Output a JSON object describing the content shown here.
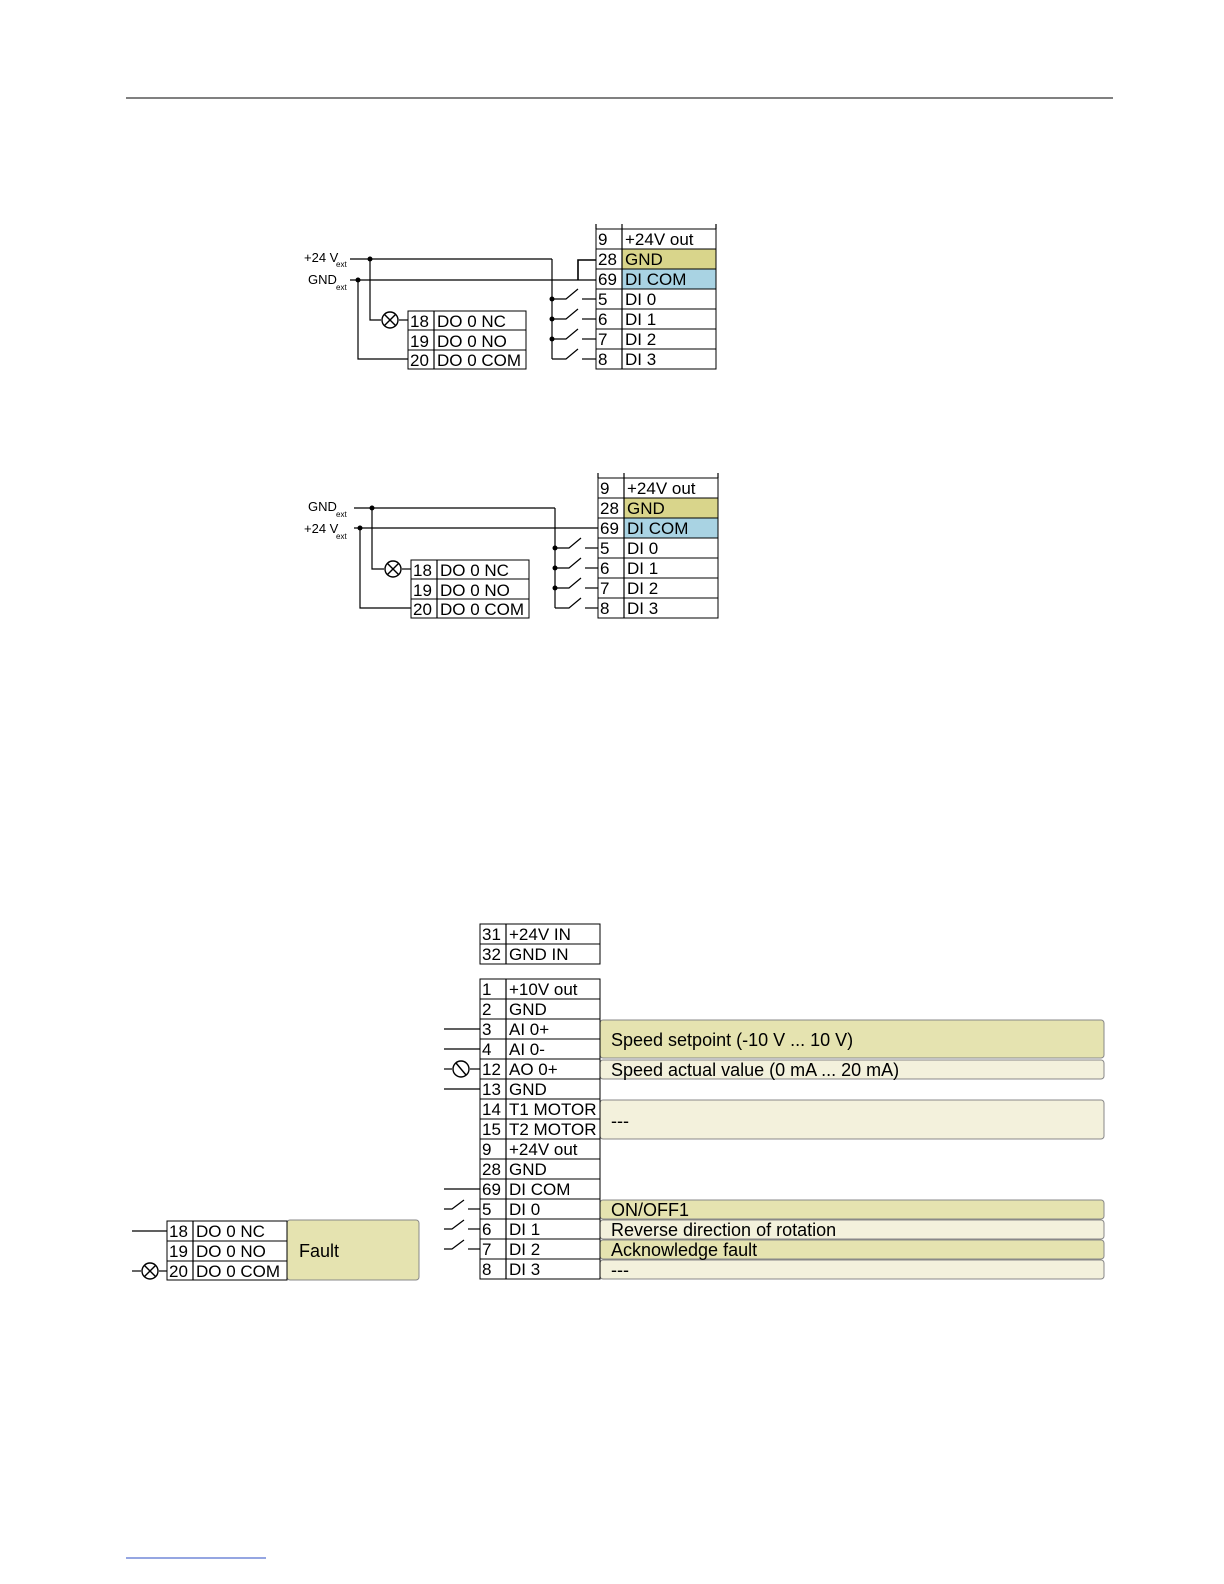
{
  "colors": {
    "gnd_highlight": "#d9d58b",
    "dicom_highlight": "#a9d3e3",
    "function_strong": "#e5e3b0",
    "function_light": "#f3f1dc",
    "footer_link": "#2b4cc4"
  },
  "diagram1": {
    "supply_top": "+24 V",
    "supply_top_sub": "ext",
    "supply_bottom": "GND",
    "supply_bottom_sub": "ext",
    "terminals": [
      {
        "num": "9",
        "label": "+24V out"
      },
      {
        "num": "28",
        "label": "GND"
      },
      {
        "num": "69",
        "label": "DI COM"
      },
      {
        "num": "5",
        "label": "DI 0"
      },
      {
        "num": "6",
        "label": "DI 1"
      },
      {
        "num": "7",
        "label": "DI 2"
      },
      {
        "num": "8",
        "label": "DI 3"
      }
    ],
    "relay": [
      {
        "num": "18",
        "label": "DO 0 NC"
      },
      {
        "num": "19",
        "label": "DO 0 NO"
      },
      {
        "num": "20",
        "label": "DO 0 COM"
      }
    ]
  },
  "diagram2": {
    "supply_top": "GND",
    "supply_top_sub": "ext",
    "supply_bottom": "+24 V",
    "supply_bottom_sub": "ext",
    "terminals": [
      {
        "num": "9",
        "label": "+24V out"
      },
      {
        "num": "28",
        "label": "GND"
      },
      {
        "num": "69",
        "label": "DI COM"
      },
      {
        "num": "5",
        "label": "DI 0"
      },
      {
        "num": "6",
        "label": "DI 1"
      },
      {
        "num": "7",
        "label": "DI 2"
      },
      {
        "num": "8",
        "label": "DI 3"
      }
    ],
    "relay": [
      {
        "num": "18",
        "label": "DO 0 NC"
      },
      {
        "num": "19",
        "label": "DO 0 NO"
      },
      {
        "num": "20",
        "label": "DO 0 COM"
      }
    ]
  },
  "diagram3": {
    "power_terminals": [
      {
        "num": "31",
        "label": "+24V IN"
      },
      {
        "num": "32",
        "label": "GND IN"
      }
    ],
    "terminals": [
      {
        "num": "1",
        "label": "+10V out"
      },
      {
        "num": "2",
        "label": "GND"
      },
      {
        "num": "3",
        "label": "AI 0+"
      },
      {
        "num": "4",
        "label": "AI 0-"
      },
      {
        "num": "12",
        "label": "AO 0+"
      },
      {
        "num": "13",
        "label": "GND"
      },
      {
        "num": "14",
        "label": "T1 MOTOR"
      },
      {
        "num": "15",
        "label": "T2 MOTOR"
      },
      {
        "num": "9",
        "label": "+24V out"
      },
      {
        "num": "28",
        "label": "GND"
      },
      {
        "num": "69",
        "label": "DI COM"
      },
      {
        "num": "5",
        "label": "DI 0"
      },
      {
        "num": "6",
        "label": "DI 1"
      },
      {
        "num": "7",
        "label": "DI 2"
      },
      {
        "num": "8",
        "label": "DI 3"
      }
    ],
    "functions": {
      "speed_setpoint": "Speed setpoint (-10 V ... 10 V)",
      "speed_actual": "Speed actual value (0 mA ... 20 mA)",
      "motor_temp": "---",
      "di0": "ON/OFF1",
      "di1": "Reverse direction of rotation",
      "di2": "Acknowledge fault",
      "di3": "---"
    },
    "relay": [
      {
        "num": "18",
        "label": "DO 0 NC"
      },
      {
        "num": "19",
        "label": "DO 0 NO"
      },
      {
        "num": "20",
        "label": "DO 0 COM"
      }
    ],
    "relay_function": "Fault"
  }
}
